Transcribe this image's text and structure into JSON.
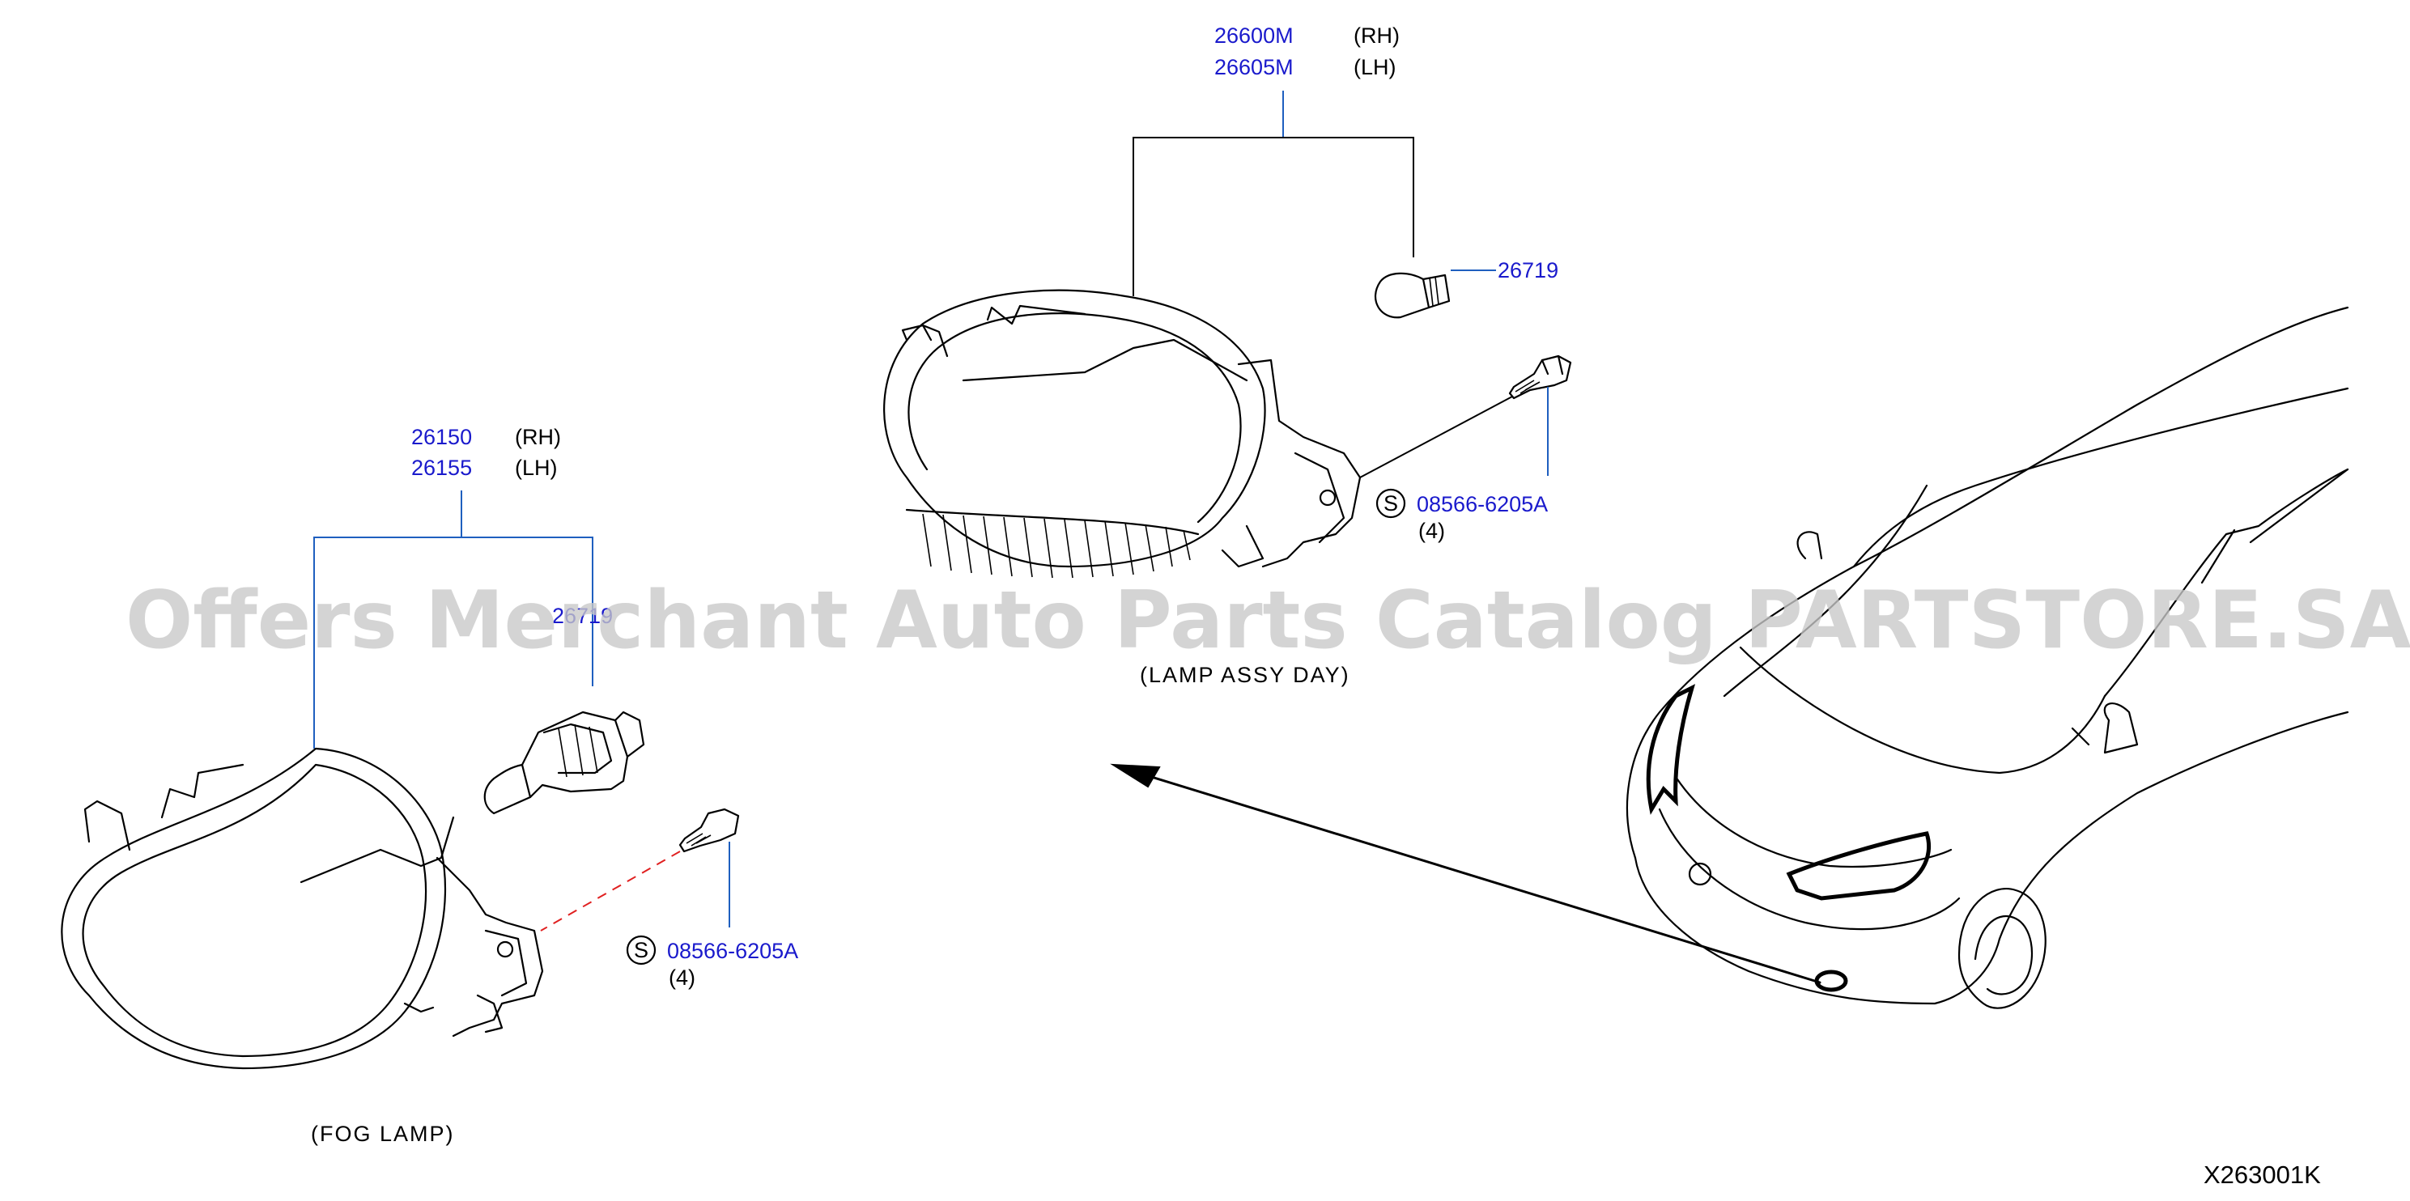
{
  "diagram": {
    "figure_id": "X263001K",
    "watermark": "Offers Merchant Auto Parts Catalog PARTSTORE.SA",
    "groups": {
      "day_lamp": {
        "caption": "(LAMP   ASSY   DAY)",
        "part_rh": "26600M",
        "side_rh": "(RH)",
        "part_lh": "26605M",
        "side_lh": "(LH)",
        "bulb_part": "26719",
        "screw_mark": "S",
        "screw_part": "08566-6205A",
        "screw_qty": "(4)"
      },
      "fog_lamp": {
        "caption": "(FOG   LAMP)",
        "part_rh": "26150",
        "side_rh": "(RH)",
        "part_lh": "26155",
        "side_lh": "(LH)",
        "bulb_part": "26719",
        "screw_mark": "S",
        "screw_part": "08566-6205A",
        "screw_qty": "(4)"
      }
    }
  },
  "colors": {
    "part_number": "#1a1acc",
    "leader_line": "#1f5fbf",
    "dashed_line": "#e02020",
    "watermark": "#c9c9c9"
  }
}
